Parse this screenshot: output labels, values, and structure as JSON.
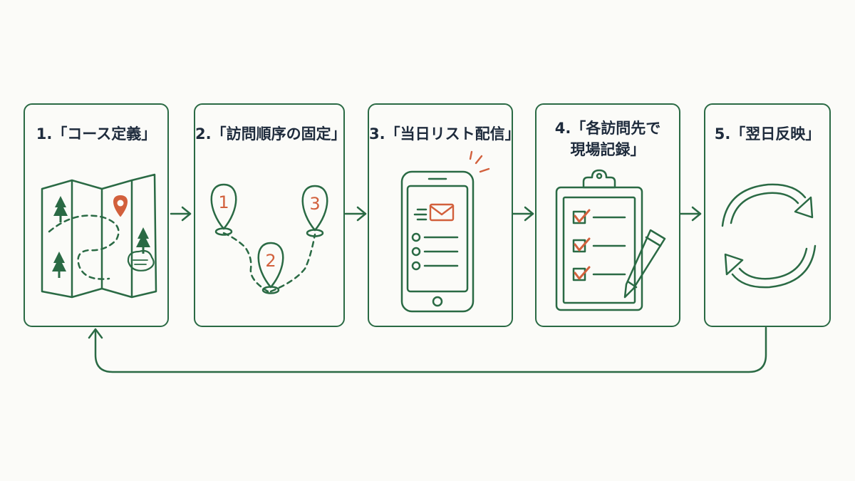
{
  "diagram": {
    "title": "",
    "steps": [
      {
        "number": "1.",
        "label": "「コース定義」",
        "icon": "trail-map-icon"
      },
      {
        "number": "2.",
        "label": "「訪問順序の固定」",
        "icon": "route-pins-icon",
        "pins": [
          "1",
          "2",
          "3"
        ]
      },
      {
        "number": "3.",
        "label": "「当日リスト配信」",
        "icon": "smartphone-list-icon"
      },
      {
        "number": "4.",
        "label_lines": [
          "「各訪問先で",
          "現場記録」"
        ],
        "icon": "clipboard-checklist-icon"
      },
      {
        "number": "5.",
        "label": "「翌日反映」",
        "icon": "refresh-cycle-icon"
      }
    ],
    "loop": "step-5-to-step-1"
  },
  "colors": {
    "frame": "#2a6a44",
    "accent": "#d2603c",
    "text": "#1e2b3c"
  }
}
